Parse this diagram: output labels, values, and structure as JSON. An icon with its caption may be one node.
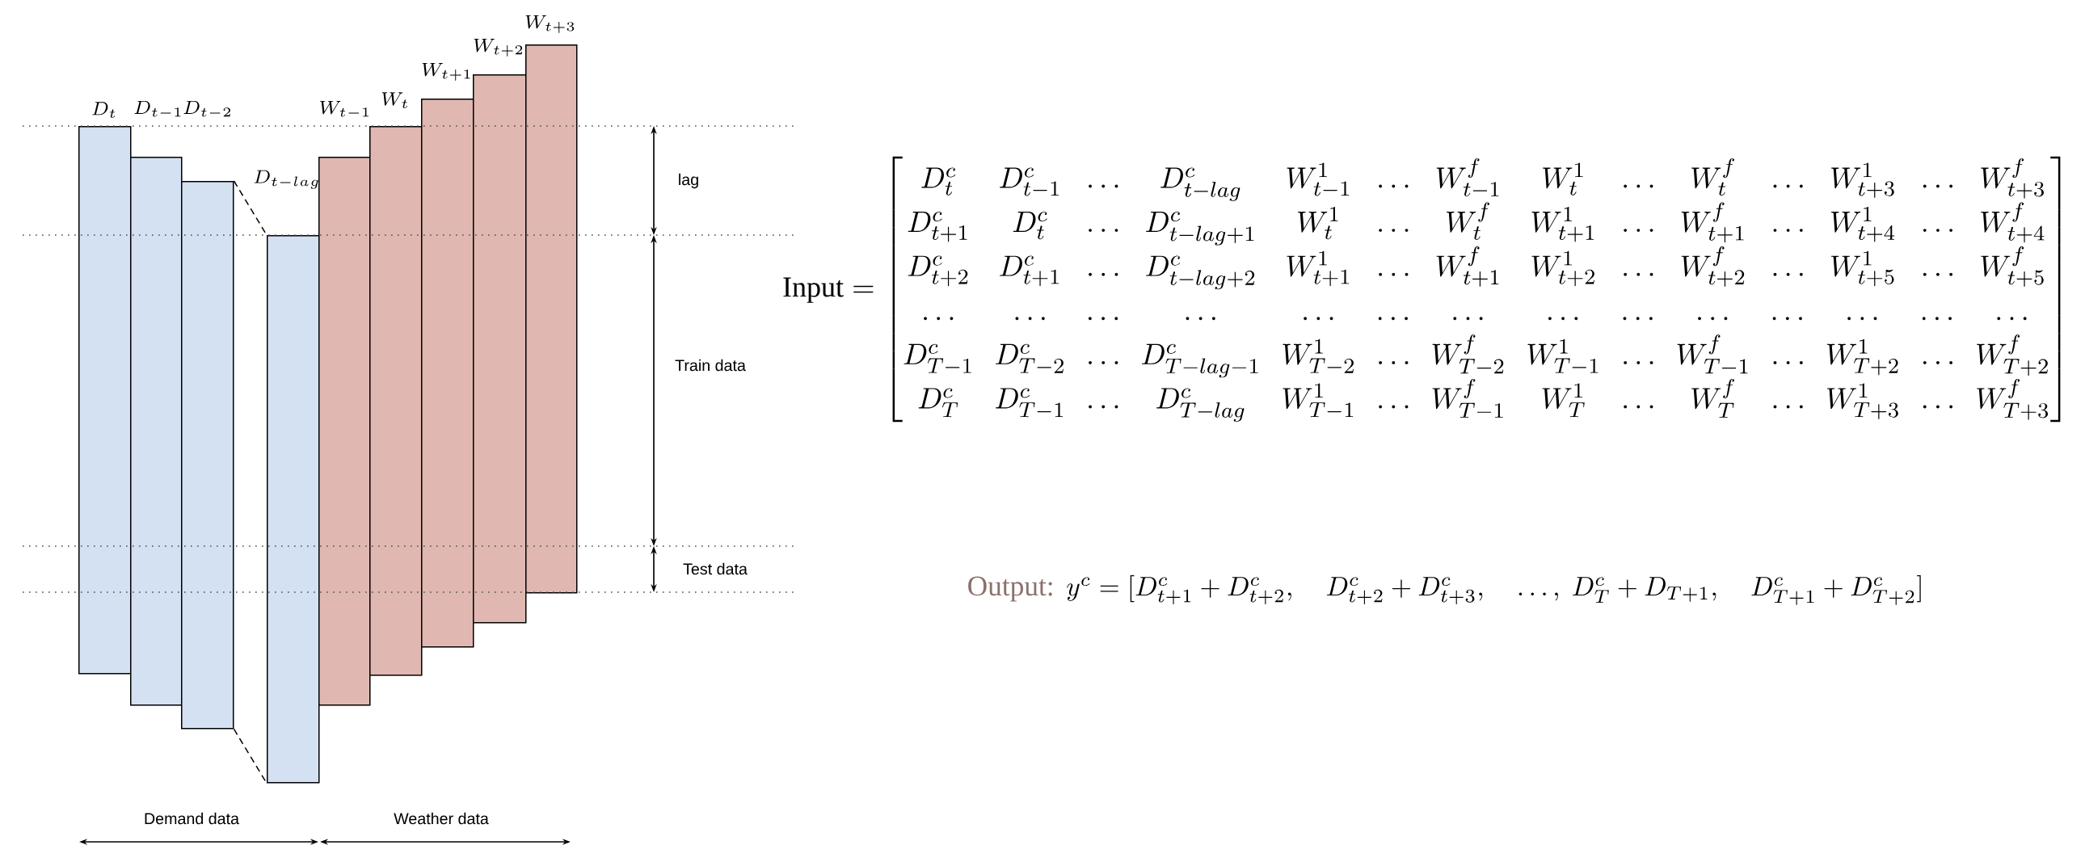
{
  "diagram": {
    "nodes": [
      {
        "text": [
          "D_t"
        ]
      },
      {
        "text": [
          "D_{t-1}"
        ]
      },
      {
        "text": [
          "D_{t-2}"
        ]
      },
      {
        "text": [
          "D_{t-lag}"
        ]
      },
      {
        "text": [
          "W_{t-1}"
        ]
      },
      {
        "text": [
          "W_t"
        ]
      },
      {
        "text": [
          "W_{t+1}"
        ]
      },
      {
        "text": [
          "W_{t+2}"
        ]
      },
      {
        "text": [
          "W_{t+3}"
        ]
      }
    ],
    "edges": [
      {
        "from": 2,
        "to": 3,
        "arrow": "none",
        "style": "dashed"
      },
      {
        "from": 2,
        "to": 3,
        "arrow": "none",
        "style": "dashed"
      }
    ],
    "labels": [
      "lag",
      "Train data",
      "Test data",
      "Demand data",
      "Weather data",
      "\\mathrm{Input} = \\begin{bmatrix} D^c_t & D^c_{t-1} & \\ldots & D^c_{t-lag} & W^1_{t-1} & \\ldots & W^f_{t-1} & W^1_t & \\ldots & W^f_t & \\ldots & W^1_{t+3} & \\ldots & W^f_{t+3} \\\\ D^c_{t+1} & D^c_t & \\ldots & D^c_{t-lag+1} & W^1_t & \\ldots & W^f_t & W^1_{t+1} & \\ldots & W^f_{t+1} & \\ldots & W^1_{t+4} & \\ldots & W^f_{t+4} \\\\ D^c_{t+2} & D^c_{t+1} & \\ldots & D^c_{t-lag+2} & W^1_{t+1} & \\ldots & W^f_{t+1} & W^1_{t+2} & \\ldots & W^f_{t+2} & \\ldots & W^1_{t+5} & \\ldots & W^f_{t+5} \\\\ \\ldots & \\ldots & \\ldots & \\ldots & \\ldots & \\ldots & \\ldots & \\ldots & \\ldots & \\ldots & \\ldots & \\ldots & \\ldots & \\ldots \\\\ D^c_{T-1} & D^c_{T-2} & \\ldots & D^c_{T-lag-1} & W^1_{T-2} & \\ldots & W^f_{T-2} & W^1_{T-1} & \\ldots & W^f_{T-1} & \\ldots & W^1_{T+2} & \\ldots & W^f_{T+2} \\\\ D^c_T & D^c_{T-1} & \\ldots & D^c_{T-lag} & W^1_{T-1} & \\ldots & W^f_{T-1} & W^1_T & \\ldots & W^f_T & \\ldots & W^1_{T+3} & \\ldots & W^f_{T+3} \\end{bmatrix}",
      "Output:",
      "y^c = [D^c_{t+1} + D^c_{t+2}, \\quad D^c_{t+2} + D^c_{t+3}, \\quad \\ldots, \\ D^c_T + D_{T+1}, \\quad D^c_{T+1} + D^c_{T+2}]"
    ]
  }
}
